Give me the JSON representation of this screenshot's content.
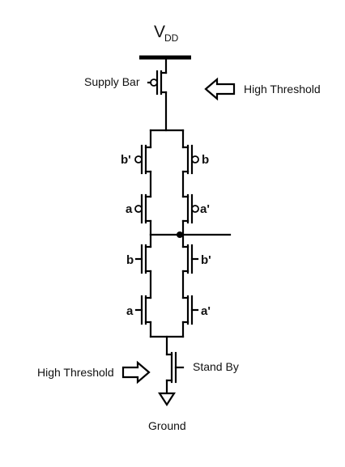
{
  "labels": {
    "vdd_main": "V",
    "vdd_sub": "DD",
    "supply_bar": "Supply Bar",
    "high_threshold_top": "High Threshold",
    "high_threshold_bottom": "High Threshold",
    "stand_by": "Stand By",
    "ground": "Ground"
  },
  "pull_up": {
    "left_top_gate": "b'",
    "right_top_gate": "b",
    "left_bottom_gate": "a",
    "right_bottom_gate": "a'"
  },
  "pull_down": {
    "left_top_gate": "b",
    "right_top_gate": "b'",
    "left_bottom_gate": "a",
    "right_bottom_gate": "a'"
  }
}
